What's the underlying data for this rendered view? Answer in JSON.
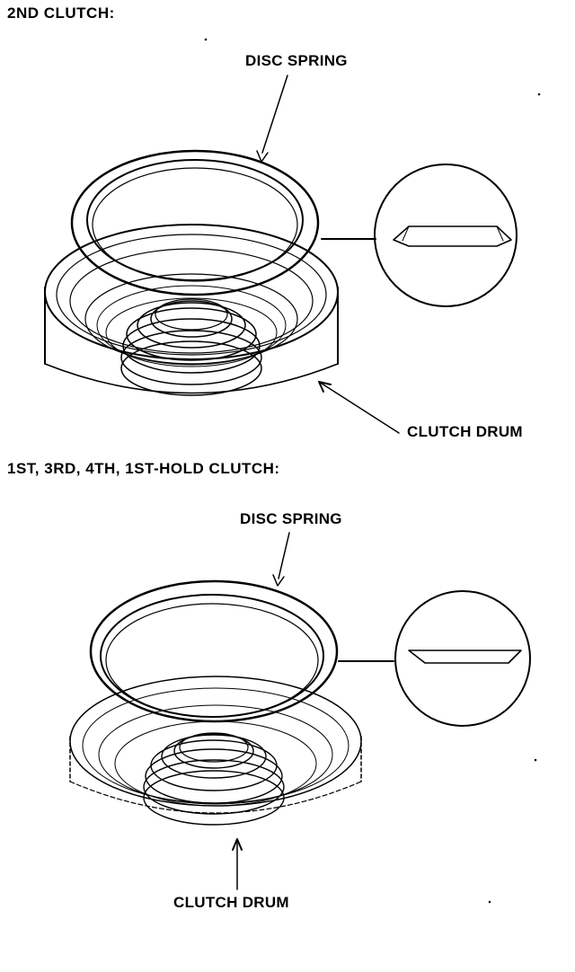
{
  "sections": [
    {
      "title": "2ND CLUTCH:",
      "labels": {
        "disc_spring": "DISC SPRING",
        "clutch_drum": "CLUTCH DRUM"
      }
    },
    {
      "title": "1ST, 3RD, 4TH, 1ST-HOLD CLUTCH:",
      "labels": {
        "disc_spring": "DISC SPRING",
        "clutch_drum": "CLUTCH DRUM"
      }
    }
  ]
}
